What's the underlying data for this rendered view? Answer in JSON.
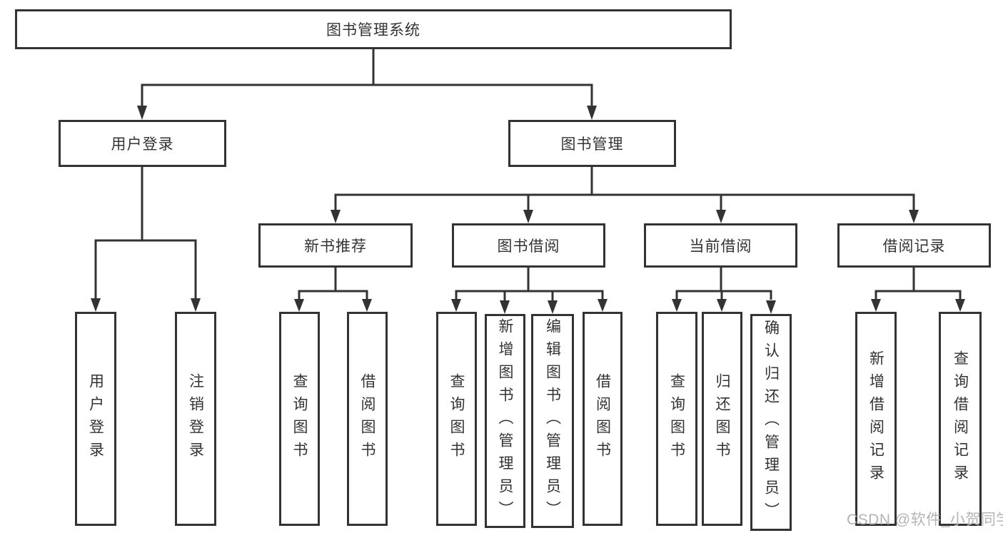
{
  "nodes": {
    "root": "图书管理系统",
    "user_login": "用户登录",
    "book_mgmt": "图书管理",
    "new_book_rec": "新书推荐",
    "book_borrow": "图书借阅",
    "current_borrow": "当前借阅",
    "borrow_records": "借阅记录",
    "ul_login": "用户登录",
    "ul_logout": "注销登录",
    "nb_query": "查询图书",
    "nb_borrow": "借阅图书",
    "bb_query": "查询图书",
    "bb_add": "新增图书（管理员）",
    "bb_edit": "编辑图书（管理员）",
    "bb_borrow": "借阅图书",
    "cb_query": "查询图书",
    "cb_return": "归还图书",
    "cb_confirm": "确认归还（管理员）",
    "br_add": "新增借阅记录",
    "br_query": "查询借阅记录"
  },
  "watermark": "CSDN @软件_小贺同学",
  "colors": {
    "line": "#333333",
    "text": "#333333",
    "box_background": "#ffffff",
    "watermark": "#b4b4b4",
    "page_background": "#ffffff"
  }
}
